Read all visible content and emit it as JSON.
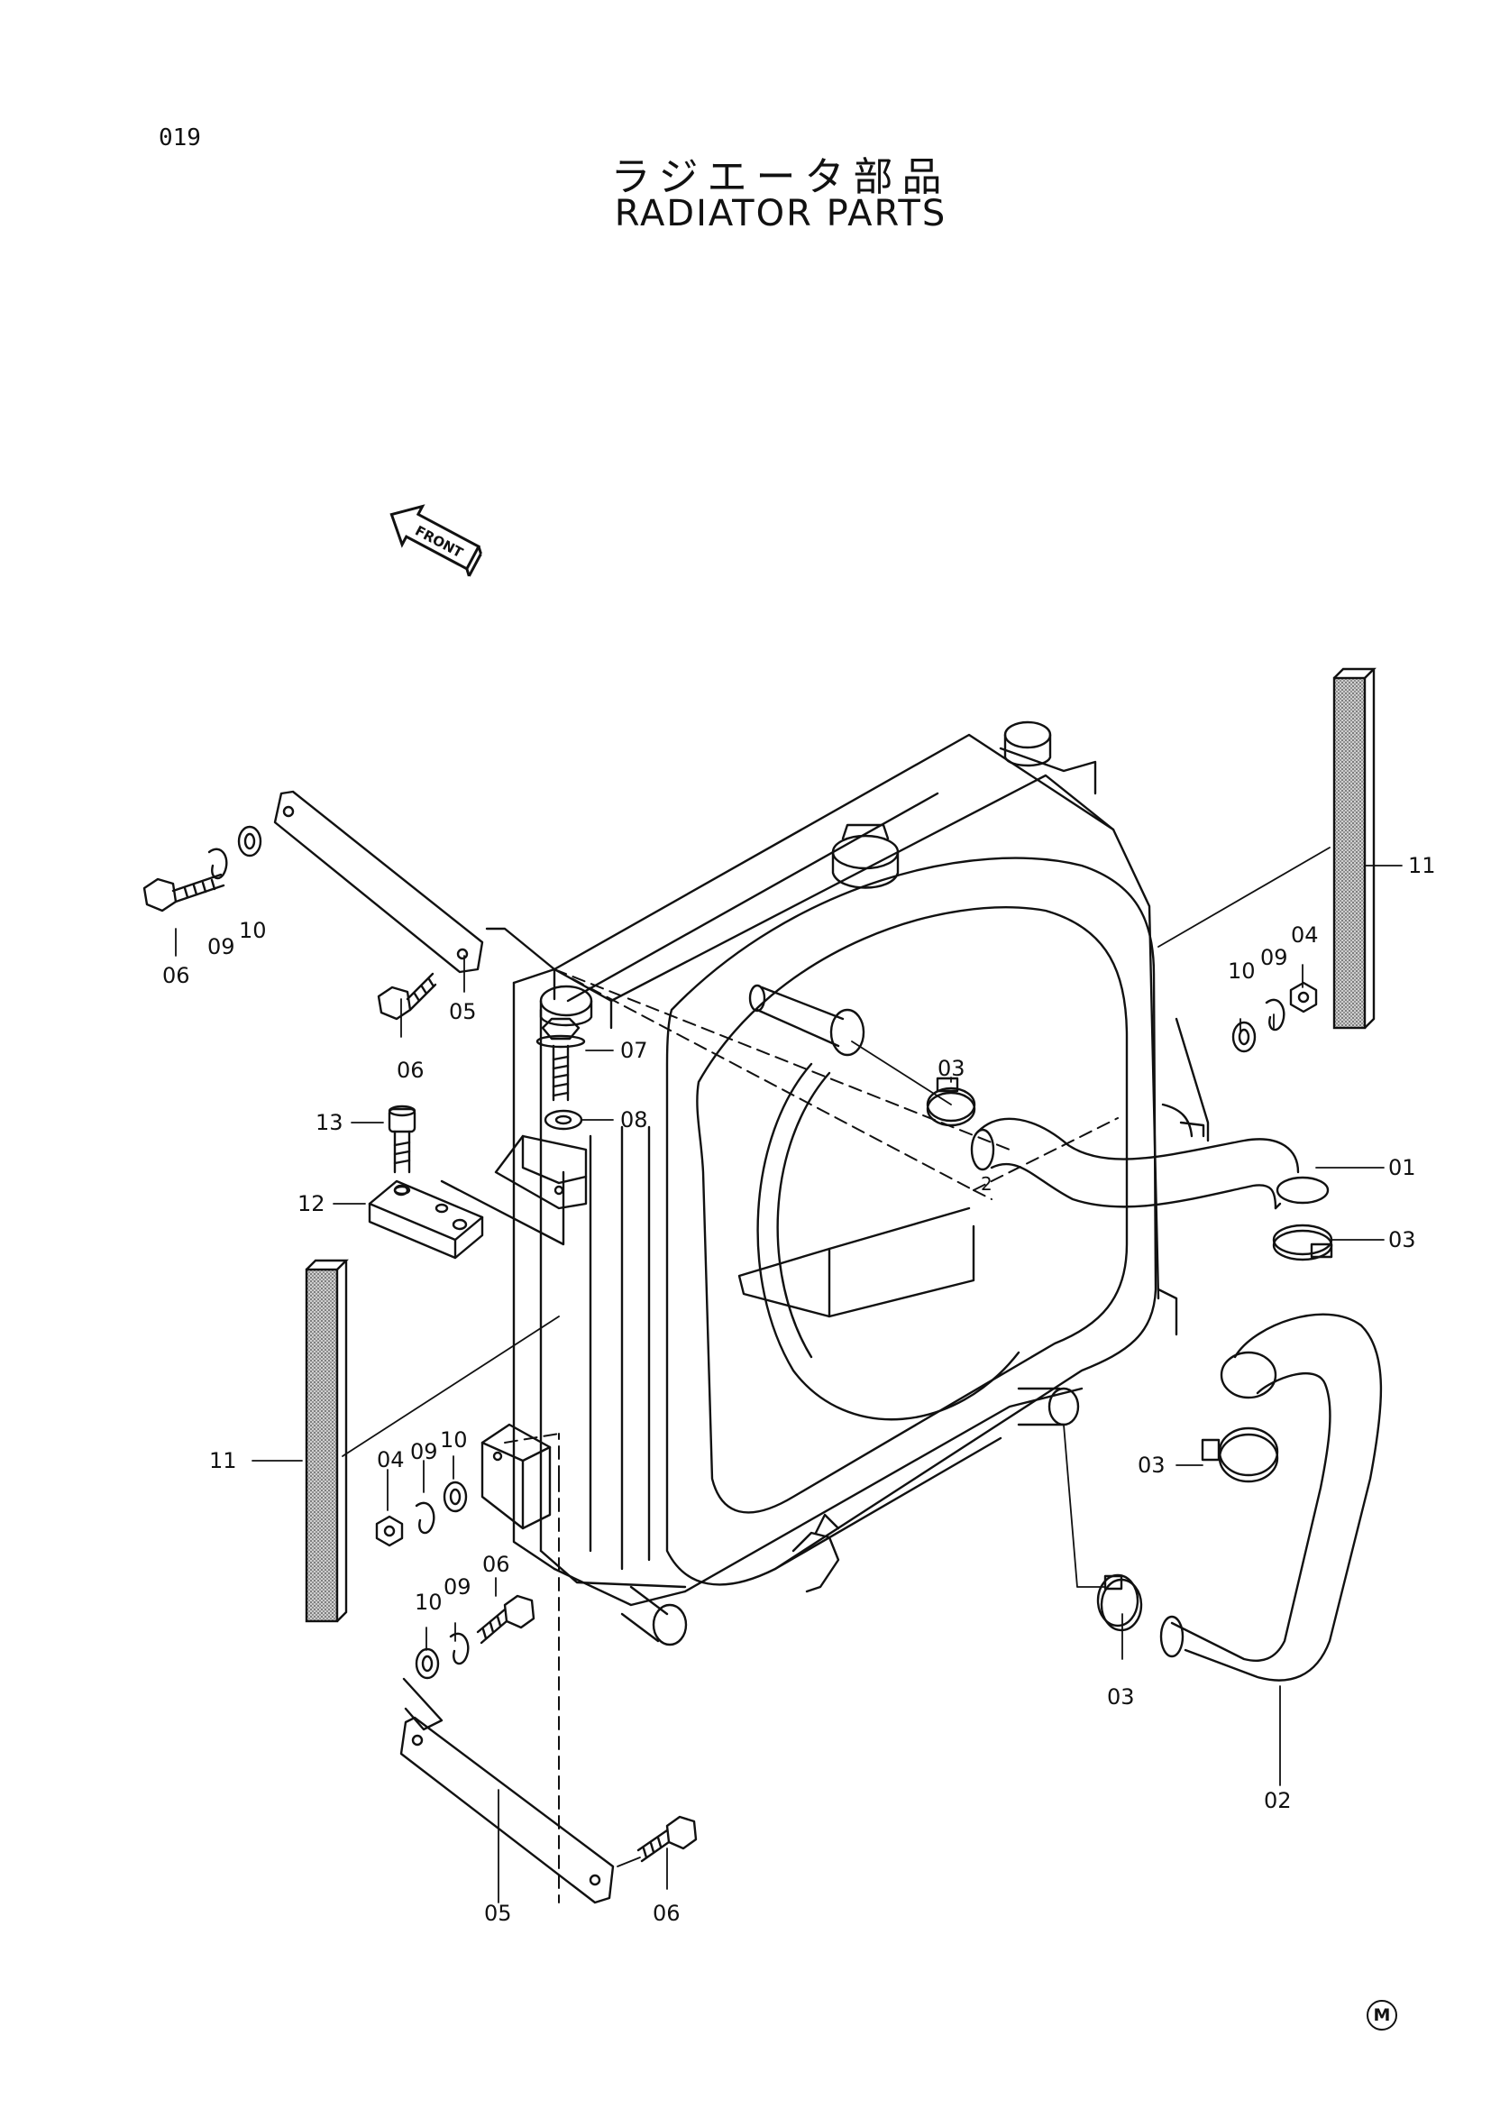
{
  "page": {
    "number": "019",
    "title_jp": "ラジエータ部品",
    "title_en": "RADIATOR PARTS",
    "footer_mark": "M"
  },
  "front_arrow": {
    "label": "FRONT"
  },
  "callouts": [
    {
      "id": "c01",
      "text": "01"
    },
    {
      "id": "c02",
      "text": "02"
    },
    {
      "id": "c03a",
      "text": "03"
    },
    {
      "id": "c03b",
      "text": "03"
    },
    {
      "id": "c03c",
      "text": "03"
    },
    {
      "id": "c03d",
      "text": "03"
    },
    {
      "id": "c04a",
      "text": "04"
    },
    {
      "id": "c04b",
      "text": "04"
    },
    {
      "id": "c05a",
      "text": "05"
    },
    {
      "id": "c05b",
      "text": "05"
    },
    {
      "id": "c06a",
      "text": "06"
    },
    {
      "id": "c06b",
      "text": "06"
    },
    {
      "id": "c06c",
      "text": "06"
    },
    {
      "id": "c06d",
      "text": "06"
    },
    {
      "id": "c07",
      "text": "07"
    },
    {
      "id": "c08",
      "text": "08"
    },
    {
      "id": "c09a",
      "text": "09"
    },
    {
      "id": "c09b",
      "text": "09"
    },
    {
      "id": "c09c",
      "text": "09"
    },
    {
      "id": "c09d",
      "text": "09"
    },
    {
      "id": "c10a",
      "text": "10"
    },
    {
      "id": "c10b",
      "text": "10"
    },
    {
      "id": "c10c",
      "text": "10"
    },
    {
      "id": "c10d",
      "text": "10"
    },
    {
      "id": "c11a",
      "text": "11"
    },
    {
      "id": "c11b",
      "text": "11"
    },
    {
      "id": "c12",
      "text": "12"
    },
    {
      "id": "c13",
      "text": "13"
    },
    {
      "id": "cmark2",
      "text": "2"
    }
  ]
}
